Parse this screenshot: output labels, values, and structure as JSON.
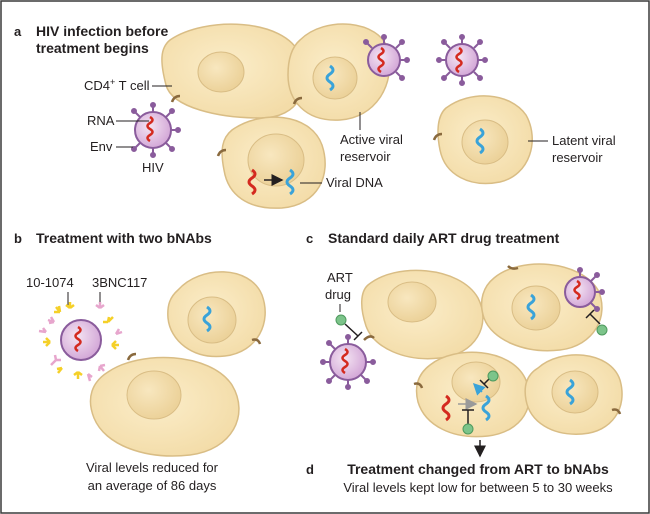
{
  "panel_a": {
    "letter": "a",
    "title_line1": "HIV infection before",
    "title_line2": "treatment begins",
    "cd4_label": "CD4",
    "cd4_sup": "+",
    "cd4_suffix": " T cell",
    "rna_label": "RNA",
    "env_label": "Env",
    "hiv_label": "HIV",
    "active_line1": "Active viral",
    "active_line2": "reservoir",
    "latent_line1": "Latent viral",
    "latent_line2": "reservoir",
    "viral_dna_label": "Viral DNA"
  },
  "panel_b": {
    "letter": "b",
    "title": "Treatment with two bNAbs",
    "antibody1": "10-1074",
    "antibody2": "3BNC117",
    "result_line1": "Viral levels reduced for",
    "result_line2": "an average of 86 days"
  },
  "panel_c": {
    "letter": "c",
    "title": "Standard daily ART drug treatment",
    "art_line1": "ART",
    "art_line2": "drug"
  },
  "panel_d": {
    "letter": "d",
    "title": "Treatment changed from ART to bNAbs",
    "result": "Viral levels kept low for between 5 to 30 weeks"
  },
  "colors": {
    "cell_fill": "#f7e3b5",
    "cell_stroke": "#d9bd85",
    "nucleus_fill": "#f2d9a3",
    "virus_fill": "#e4c6e4",
    "virus_stroke": "#8a5c9c",
    "rna_red": "#d42a1f",
    "dna_blue": "#3aa3d9",
    "drug_green": "#7cc48a",
    "antibody_yellow": "#f5d028",
    "antibody_pink": "#e7a6cd",
    "receptor_brown": "#8a6a3e"
  }
}
